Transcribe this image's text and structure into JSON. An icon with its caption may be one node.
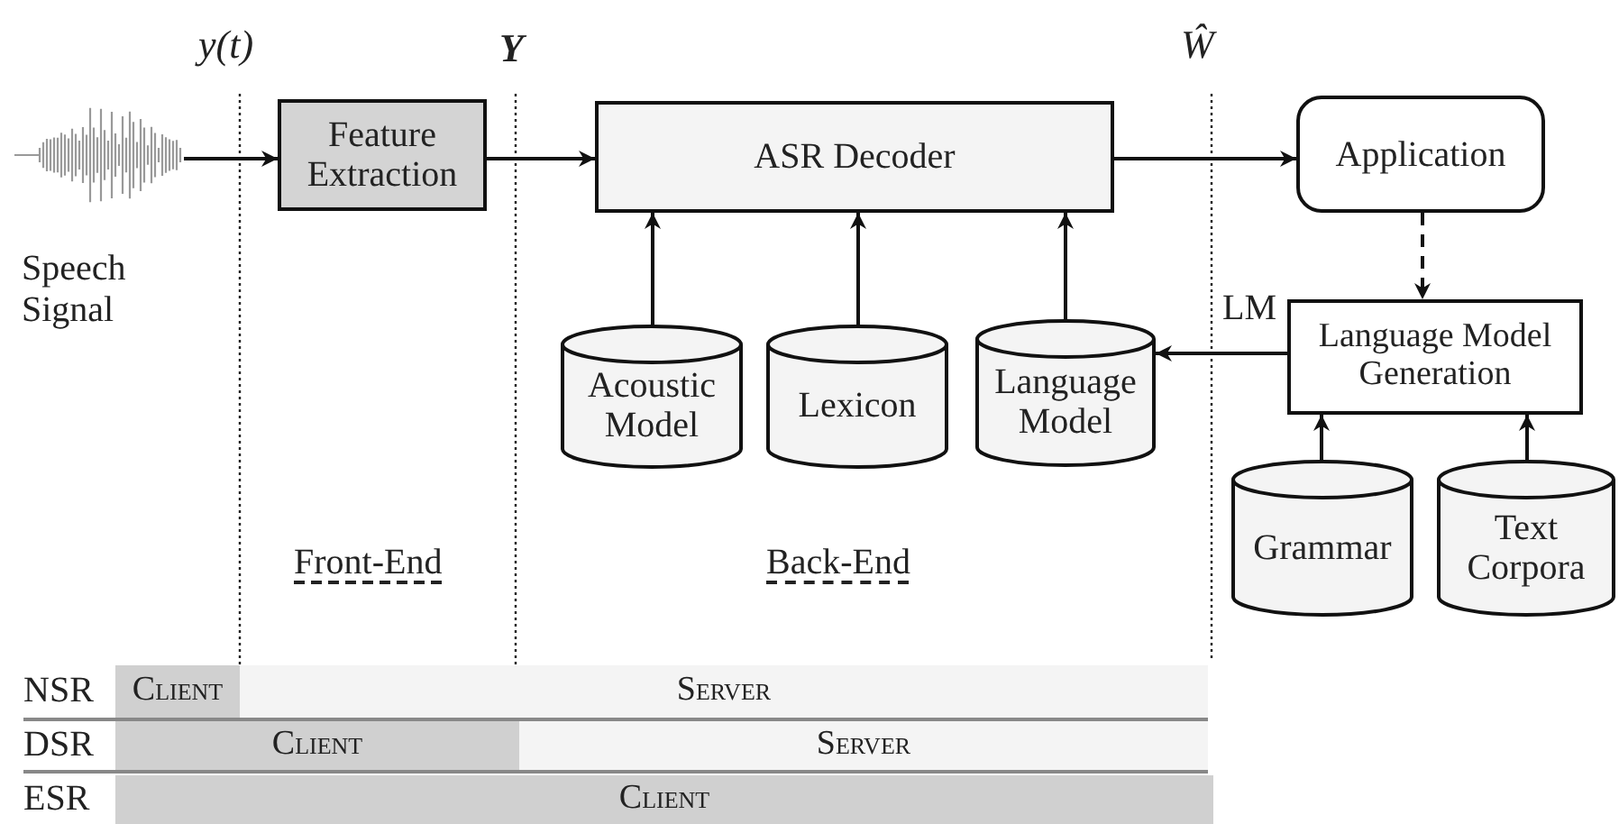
{
  "diagram": {
    "nodes": [
      {
        "text": [],
        "shape": "picture",
        "beside": [
          "Speech Signal"
        ]
      },
      {
        "text": [
          "Feature Extraction"
        ]
      },
      {
        "text": [
          "ASR Decoder"
        ]
      },
      {
        "text": [
          "Application"
        ]
      },
      {
        "text": [
          "Acoustic Model"
        ]
      },
      {
        "text": [
          "Lexicon"
        ]
      },
      {
        "text": [
          "Language Model"
        ]
      },
      {
        "text": [
          "Language Model Generation"
        ]
      },
      {
        "text": [
          "Grammar"
        ]
      },
      {
        "text": [
          "Text Corpora"
        ]
      },
      {
        "text": [
          "Client"
        ]
      },
      {
        "text": [
          "Server"
        ]
      },
      {
        "text": [
          "Client"
        ]
      },
      {
        "text": [
          "Server"
        ]
      },
      {
        "text": [
          "Client"
        ]
      }
    ],
    "edges": [
      {
        "from": 0,
        "to": 1,
        "arrow": "to"
      },
      {
        "from": 1,
        "to": 2,
        "arrow": "to"
      },
      {
        "from": 2,
        "to": 3,
        "arrow": "to"
      },
      {
        "from": 4,
        "to": 2,
        "arrow": "to"
      },
      {
        "from": 5,
        "to": 2,
        "arrow": "to"
      },
      {
        "from": 6,
        "to": 2,
        "arrow": "to"
      },
      {
        "from": 3,
        "to": 7,
        "arrow": "to",
        "style": "dashed"
      },
      {
        "from": 7,
        "to": 6,
        "arrow": "to",
        "label": "LM"
      },
      {
        "from": 8,
        "to": 7,
        "arrow": "to"
      },
      {
        "from": 9,
        "to": 7,
        "arrow": "to"
      }
    ],
    "labels": [
      "y(t)",
      "Y",
      "Ŵ",
      "Front-End",
      "Back-End",
      "NSR",
      "DSR",
      "ESR"
    ]
  }
}
